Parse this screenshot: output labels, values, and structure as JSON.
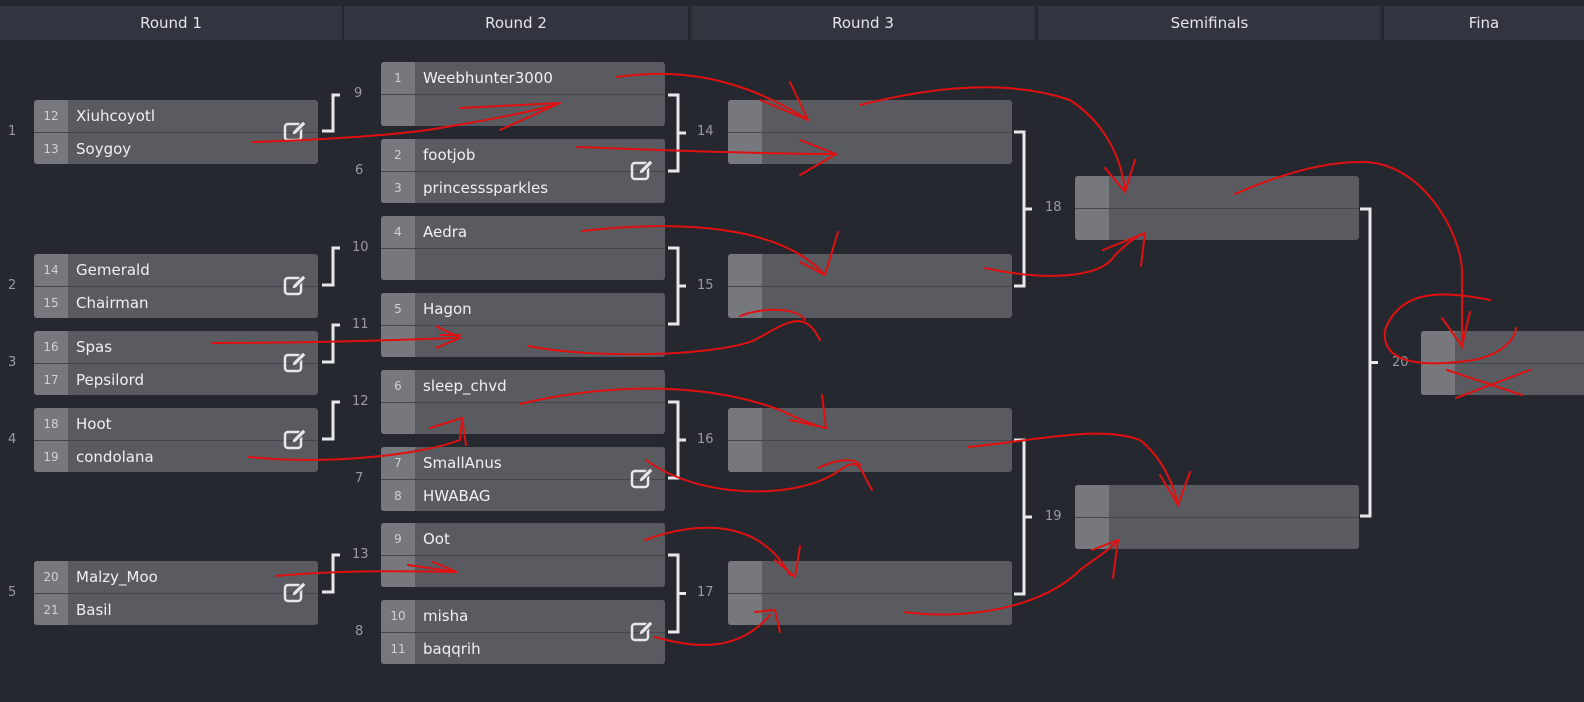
{
  "headers": [
    "Round 1",
    "Round 2",
    "Round 3",
    "Semifinals",
    "Fina"
  ],
  "round1": [
    {
      "label": "1",
      "p": [
        {
          "seed": "12",
          "name": "Xiuhcoyotl"
        },
        {
          "seed": "13",
          "name": "Soygoy"
        }
      ]
    },
    {
      "label": "2",
      "p": [
        {
          "seed": "14",
          "name": "Gemerald"
        },
        {
          "seed": "15",
          "name": "Chairman"
        }
      ]
    },
    {
      "label": "3",
      "p": [
        {
          "seed": "16",
          "name": "Spas"
        },
        {
          "seed": "17",
          "name": "Pepsilord"
        }
      ]
    },
    {
      "label": "4",
      "p": [
        {
          "seed": "18",
          "name": "Hoot"
        },
        {
          "seed": "19",
          "name": "condolana"
        }
      ]
    },
    {
      "label": "5",
      "p": [
        {
          "seed": "20",
          "name": "Malzy_Moo"
        },
        {
          "seed": "21",
          "name": "Basil"
        }
      ]
    }
  ],
  "round2": [
    {
      "label": "9",
      "p": [
        {
          "seed": "1",
          "name": "Weebhunter3000"
        },
        {
          "seed": "",
          "name": ""
        }
      ]
    },
    {
      "label": "6",
      "p": [
        {
          "seed": "2",
          "name": "footjob"
        },
        {
          "seed": "3",
          "name": "princesssparkles"
        }
      ]
    },
    {
      "label": "10",
      "p": [
        {
          "seed": "4",
          "name": "Aedra"
        },
        {
          "seed": "",
          "name": ""
        }
      ]
    },
    {
      "label": "11",
      "p": [
        {
          "seed": "5",
          "name": "Hagon"
        },
        {
          "seed": "",
          "name": ""
        }
      ]
    },
    {
      "label": "12",
      "p": [
        {
          "seed": "6",
          "name": "sleep_chvd"
        },
        {
          "seed": "",
          "name": ""
        }
      ]
    },
    {
      "label": "7",
      "p": [
        {
          "seed": "7",
          "name": "SmallAnus"
        },
        {
          "seed": "8",
          "name": "HWABAG"
        }
      ]
    },
    {
      "label": "13",
      "p": [
        {
          "seed": "9",
          "name": "Oot"
        },
        {
          "seed": "",
          "name": ""
        }
      ]
    },
    {
      "label": "8",
      "p": [
        {
          "seed": "10",
          "name": "misha"
        },
        {
          "seed": "11",
          "name": "baqqrih"
        }
      ]
    }
  ],
  "round3": [
    {
      "label": "14"
    },
    {
      "label": "15"
    },
    {
      "label": "16"
    },
    {
      "label": "17"
    }
  ],
  "semis": [
    {
      "label": "18"
    },
    {
      "label": "19"
    }
  ],
  "final": {
    "label": "20"
  },
  "annotation_color": "#e01010"
}
